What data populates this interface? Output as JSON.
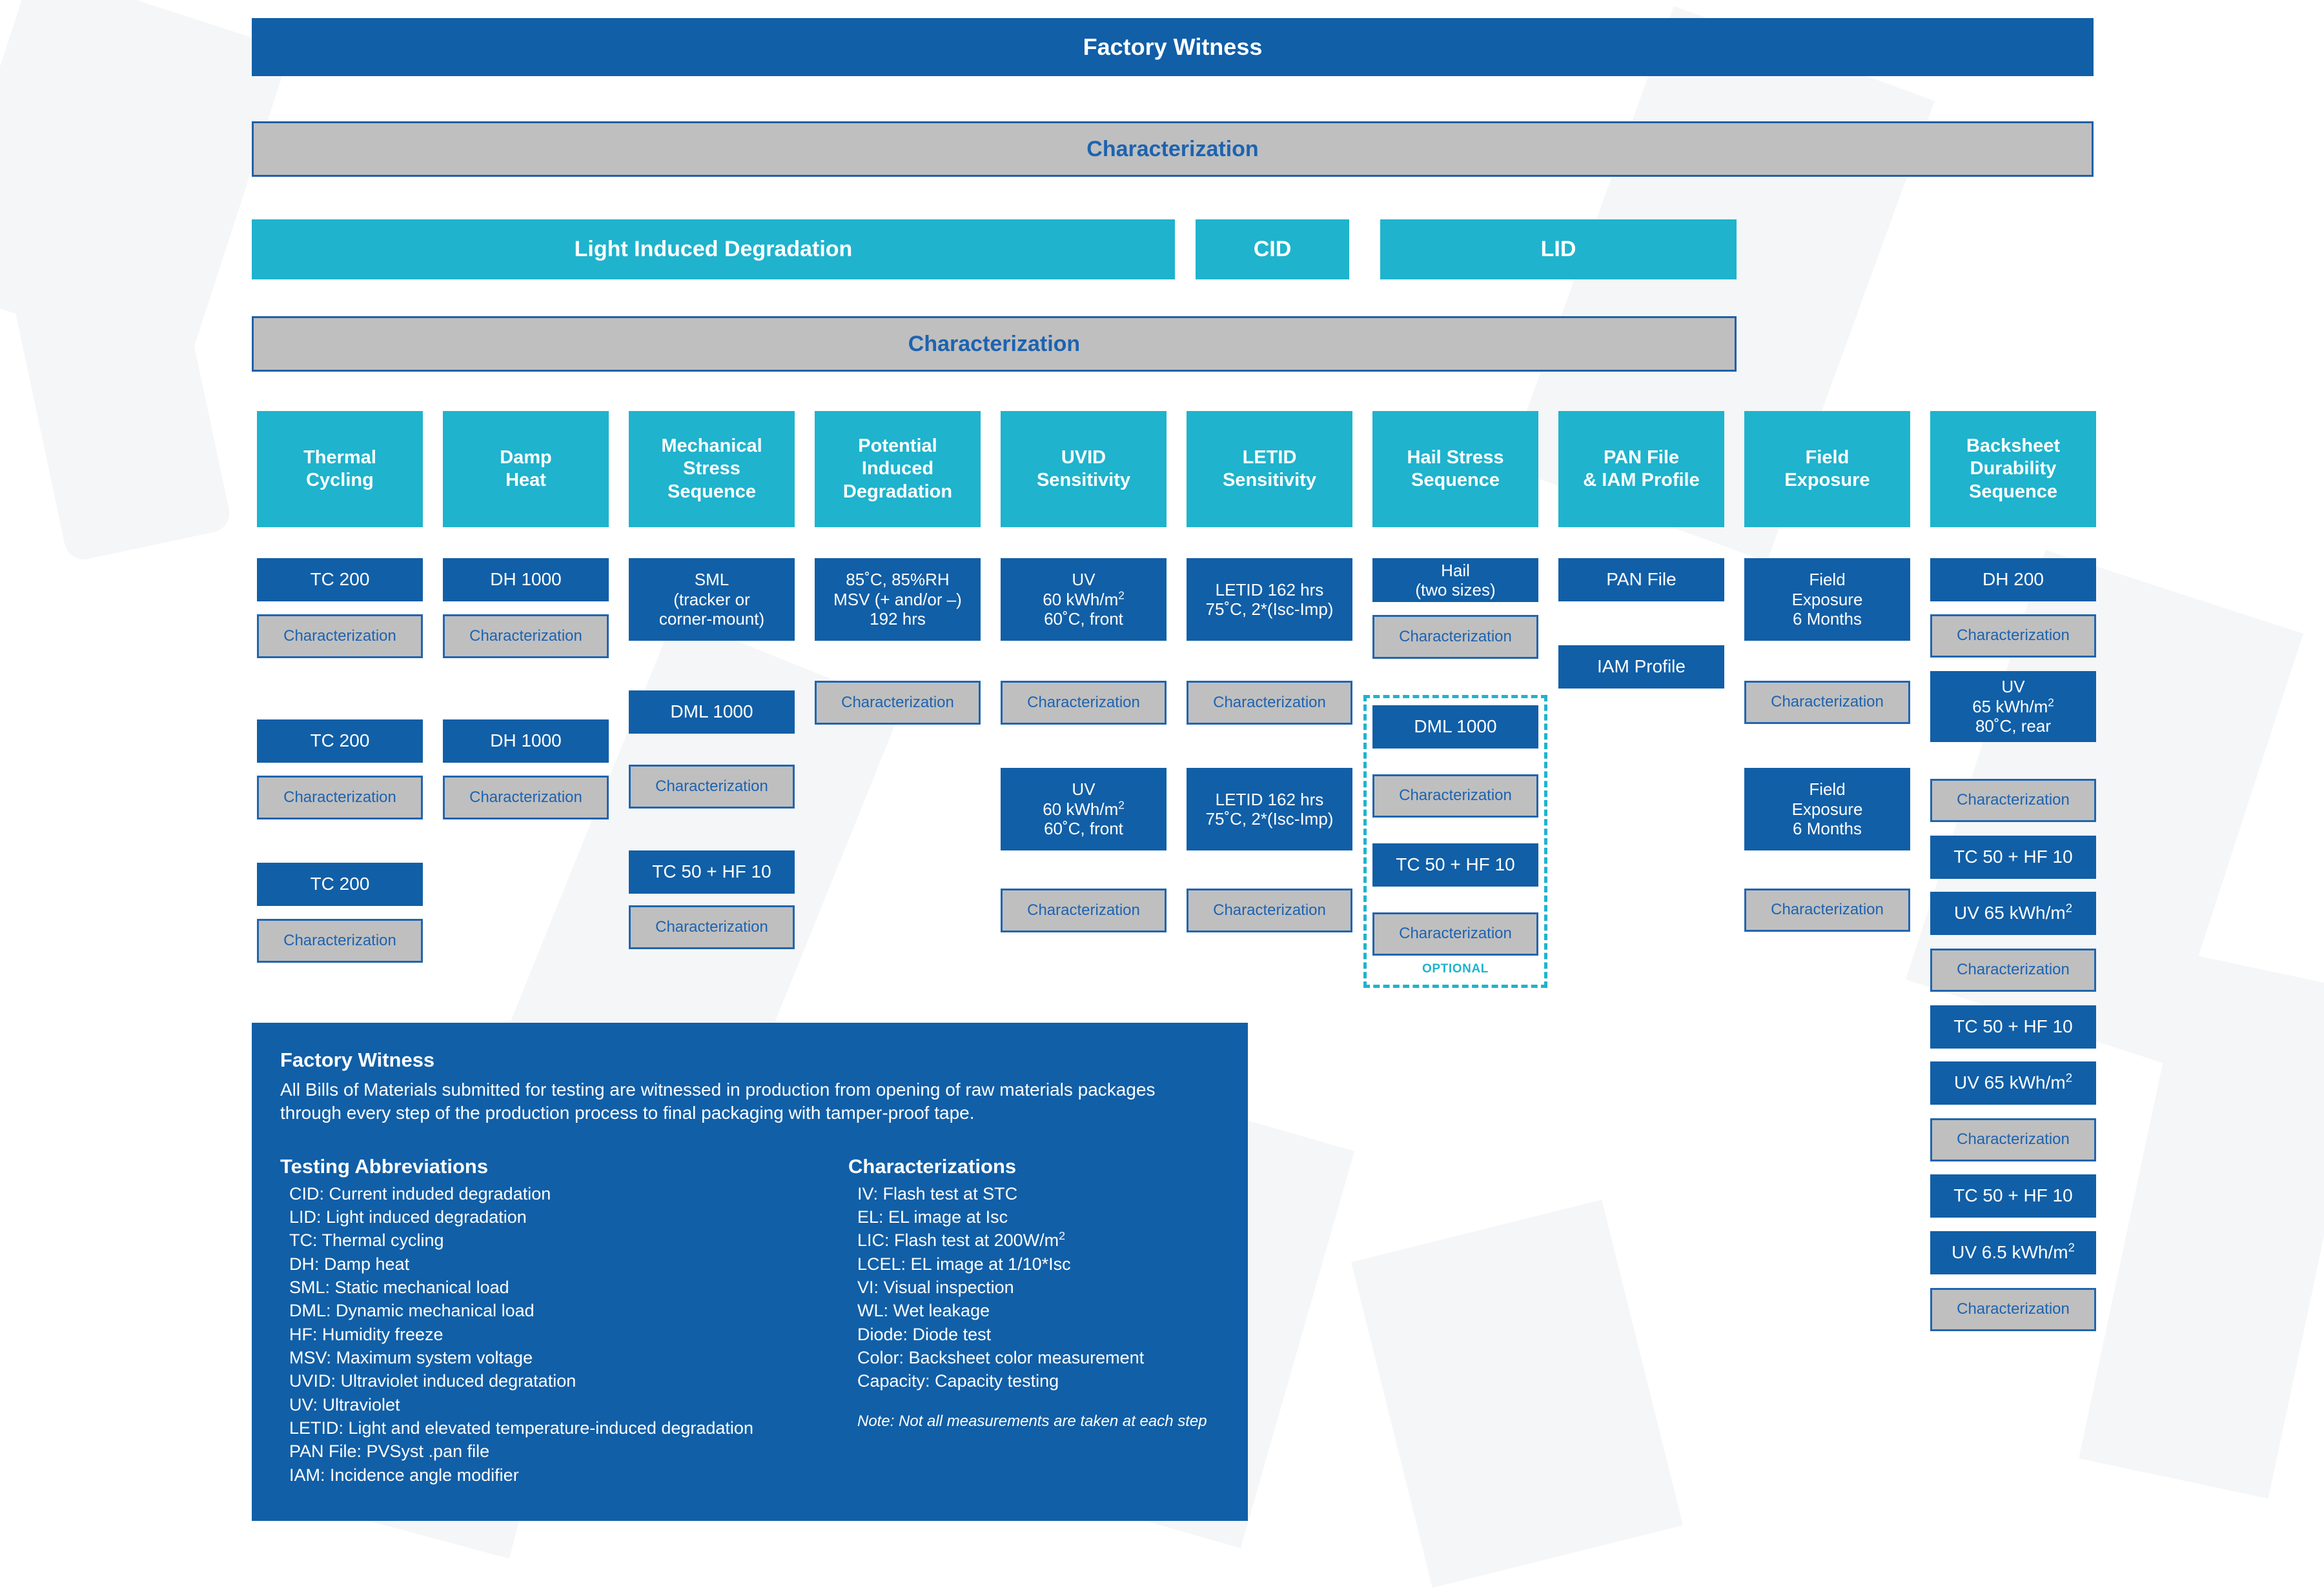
{
  "colors": {
    "dark_blue": "#115FA7",
    "teal": "#1FB3CD",
    "gray": "#BFBFBF",
    "gray_text_blue": "#1D63B0",
    "white": "#FFFFFF"
  },
  "top_bars": {
    "factory_witness": "Factory Witness",
    "characterization_1": "Characterization",
    "light_induced_degradation": "Light Induced Degradation",
    "cid": "CID",
    "lid": "LID",
    "characterization_2": "Characterization"
  },
  "columns": [
    {
      "id": "thermal-cycling",
      "header": "Thermal\nCycling",
      "steps": [
        {
          "type": "blue",
          "text": "TC 200"
        },
        {
          "type": "gray",
          "text": "Characterization"
        },
        {
          "type": "blue",
          "text": "TC 200"
        },
        {
          "type": "gray",
          "text": "Characterization"
        },
        {
          "type": "blue",
          "text": "TC 200"
        },
        {
          "type": "gray",
          "text": "Characterization"
        }
      ]
    },
    {
      "id": "damp-heat",
      "header": "Damp\nHeat",
      "steps": [
        {
          "type": "blue",
          "text": "DH 1000"
        },
        {
          "type": "gray",
          "text": "Characterization"
        },
        {
          "type": "blue",
          "text": "DH 1000"
        },
        {
          "type": "gray",
          "text": "Characterization"
        }
      ]
    },
    {
      "id": "mechanical-stress-sequence",
      "header": "Mechanical\nStress\nSequence",
      "steps": [
        {
          "type": "blue",
          "text": "SML\n(tracker or\ncorner-mount)"
        },
        {
          "type": "blue",
          "text": "DML 1000"
        },
        {
          "type": "gray",
          "text": "Characterization"
        },
        {
          "type": "blue",
          "text": "TC 50 + HF 10"
        },
        {
          "type": "gray",
          "text": "Characterization"
        }
      ]
    },
    {
      "id": "potential-induced-degradation",
      "header": "Potential\nInduced\nDegradation",
      "steps": [
        {
          "type": "blue",
          "text": "85˚C, 85%RH\nMSV (+ and/or –)\n192 hrs"
        },
        {
          "type": "gray",
          "text": "Characterization"
        }
      ]
    },
    {
      "id": "uvid-sensitivity",
      "header": "UVID\nSensitivity",
      "steps": [
        {
          "type": "blue",
          "text": "UV\n60 kWh/m²\n60˚C, front"
        },
        {
          "type": "gray",
          "text": "Characterization"
        },
        {
          "type": "blue",
          "text": "UV\n60 kWh/m²\n60˚C, front"
        },
        {
          "type": "gray",
          "text": "Characterization"
        }
      ]
    },
    {
      "id": "letid-sensitivity",
      "header": "LETID\nSensitivity",
      "steps": [
        {
          "type": "blue",
          "text": "LETID 162 hrs\n75˚C, 2*(Isc-Imp)"
        },
        {
          "type": "gray",
          "text": "Characterization"
        },
        {
          "type": "blue",
          "text": "LETID 162 hrs\n75˚C, 2*(Isc-Imp)"
        },
        {
          "type": "gray",
          "text": "Characterization"
        }
      ]
    },
    {
      "id": "hail-stress-sequence",
      "header": "Hail Stress\nSequence",
      "optional_label": "OPTIONAL",
      "steps": [
        {
          "type": "blue",
          "text": "Hail\n(two sizes)"
        },
        {
          "type": "gray",
          "text": "Characterization"
        },
        {
          "type": "blue",
          "text": "DML 1000",
          "optional": true
        },
        {
          "type": "gray",
          "text": "Characterization",
          "optional": true
        },
        {
          "type": "blue",
          "text": "TC 50 + HF 10",
          "optional": true
        },
        {
          "type": "gray",
          "text": "Characterization",
          "optional": true
        }
      ]
    },
    {
      "id": "pan-file-iam-profile",
      "header": "PAN File\n& IAM Profile",
      "steps": [
        {
          "type": "blue",
          "text": "PAN File"
        },
        {
          "type": "blue",
          "text": "IAM Profile"
        }
      ]
    },
    {
      "id": "field-exposure",
      "header": "Field\nExposure",
      "steps": [
        {
          "type": "blue",
          "text": "Field\nExposure\n6 Months"
        },
        {
          "type": "gray",
          "text": "Characterization"
        },
        {
          "type": "blue",
          "text": "Field\nExposure\n6 Months"
        },
        {
          "type": "gray",
          "text": "Characterization"
        }
      ]
    },
    {
      "id": "backsheet-durability-sequence",
      "header": "Backsheet\nDurability\nSequence",
      "steps": [
        {
          "type": "blue",
          "text": "DH 200"
        },
        {
          "type": "gray",
          "text": "Characterization"
        },
        {
          "type": "blue",
          "text": "UV\n65 kWh/m²\n80˚C, rear"
        },
        {
          "type": "gray",
          "text": "Characterization"
        },
        {
          "type": "blue",
          "text": "TC 50 + HF 10"
        },
        {
          "type": "blue",
          "text": "UV 65 kWh/m²"
        },
        {
          "type": "gray",
          "text": "Characterization"
        },
        {
          "type": "blue",
          "text": "TC 50 + HF 10"
        },
        {
          "type": "blue",
          "text": "UV 65 kWh/m²"
        },
        {
          "type": "gray",
          "text": "Characterization"
        },
        {
          "type": "blue",
          "text": "TC 50 + HF 10"
        },
        {
          "type": "blue",
          "text": "UV 6.5 kWh/m²"
        },
        {
          "type": "gray",
          "text": "Characterization"
        }
      ]
    }
  ],
  "legend": {
    "title": "Factory Witness",
    "body": "All Bills of Materials submitted for testing are witnessed in production from opening of raw materials packages through every step of the production process to final packaging with tamper-proof tape.",
    "abbrev_title": "Testing Abbreviations",
    "abbreviations": [
      "CID: Current induded degradation",
      "LID: Light induced degradation",
      "TC: Thermal cycling",
      "DH: Damp heat",
      "SML: Static mechanical load",
      "DML: Dynamic mechanical load",
      "HF: Humidity freeze",
      "MSV: Maximum system voltage",
      "UVID: Ultraviolet induced degratation",
      "UV: Ultraviolet",
      "LETID: Light and elevated temperature-induced degradation",
      "PAN File: PVSyst .pan file",
      "IAM: Incidence angle modifier"
    ],
    "charac_title": "Characterizations",
    "characterizations": [
      "IV: Flash test at STC",
      "EL: EL image at Isc",
      "LIC: Flash test at 200W/m²",
      "LCEL: EL image at 1/10*Isc",
      "VI: Visual inspection",
      "WL: Wet leakage",
      "Diode: Diode test",
      "Color: Backsheet color measurement",
      "Capacity: Capacity testing"
    ],
    "note": "Note: Not all measurements are taken at each step"
  }
}
